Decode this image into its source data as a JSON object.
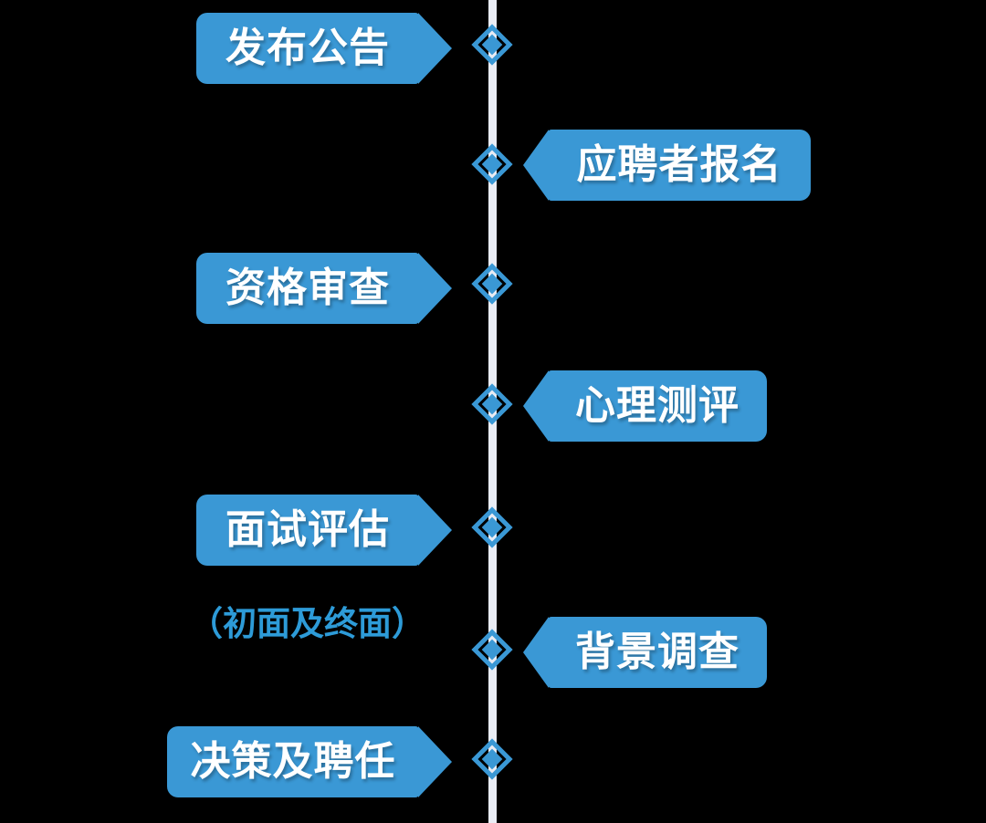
{
  "colors": {
    "box_blue": "#3a98d5",
    "line_gray": "#e9ecf4",
    "note_blue": "#2d9bd8",
    "label_text": "#ffffff",
    "background": "#000000"
  },
  "timeline": {
    "steps": [
      {
        "label": "发布公告",
        "side": "left"
      },
      {
        "label": "应聘者报名",
        "side": "right"
      },
      {
        "label": "资格审查",
        "side": "left"
      },
      {
        "label": "心理测评",
        "side": "right"
      },
      {
        "label": "面试评估",
        "side": "left",
        "note": "（初面及终面）"
      },
      {
        "label": "背景调查",
        "side": "right"
      },
      {
        "label": "决策及聘任",
        "side": "left"
      }
    ]
  }
}
